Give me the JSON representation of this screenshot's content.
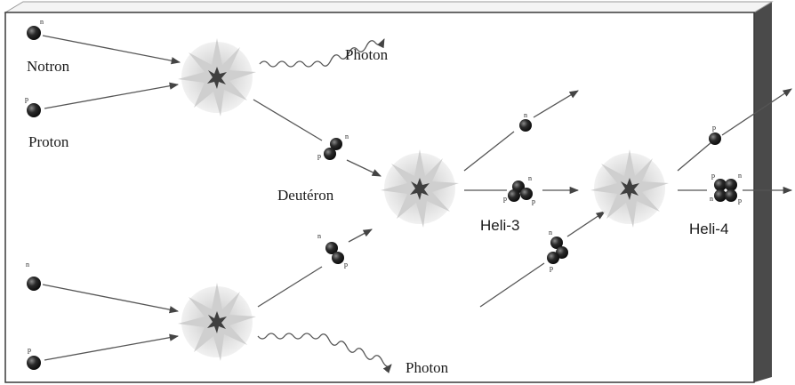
{
  "labels": {
    "neutron": "Notron",
    "proton": "Proton",
    "photon_top": "Photon",
    "deuteron": "Deutéron",
    "helium3": "Heli-3",
    "helium4": "Heli-4",
    "photon_bottom": "Photon"
  },
  "particle_letters": {
    "neutron": "n",
    "proton": "p"
  },
  "colors": {
    "panel_edge": "#3a3a3a",
    "panel_side": "#4a4a4a",
    "particle": "#1c1c1c",
    "arrow": "#555555",
    "burst_outer": "#d9d9d9",
    "burst_inner": "#3f3f3f"
  }
}
